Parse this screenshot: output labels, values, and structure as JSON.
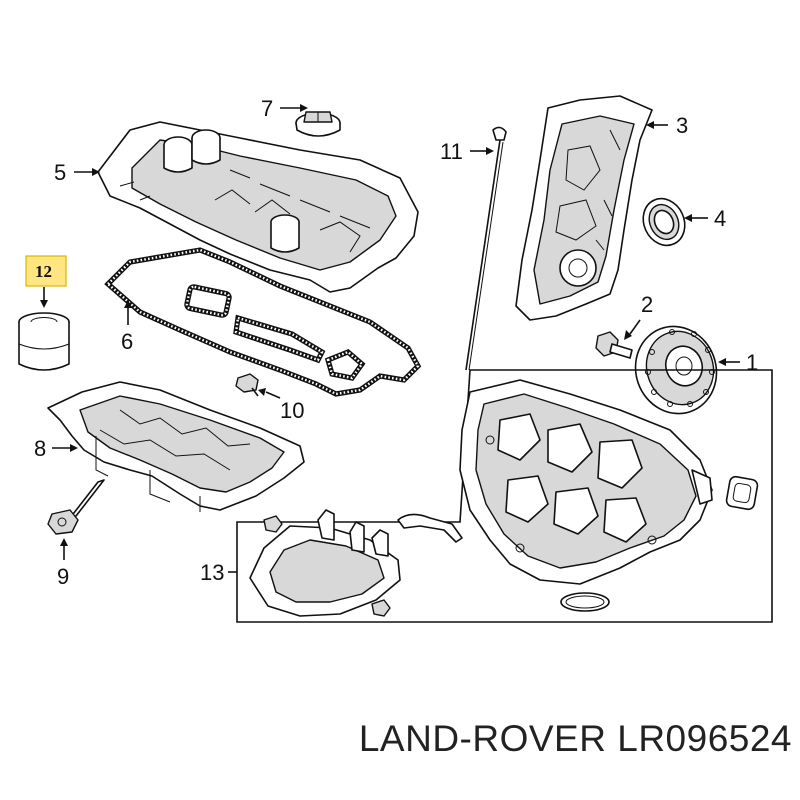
{
  "callouts": {
    "c1": "1",
    "c2": "2",
    "c3": "3",
    "c4": "4",
    "c5": "5",
    "c6": "6",
    "c7": "7",
    "c8": "8",
    "c9": "9",
    "c10": "10",
    "c11": "11",
    "c12": "12",
    "c13": "13"
  },
  "highlight": {
    "callout": "12",
    "color": "#ffe680"
  },
  "caption": "LAND-ROVER LR096524"
}
